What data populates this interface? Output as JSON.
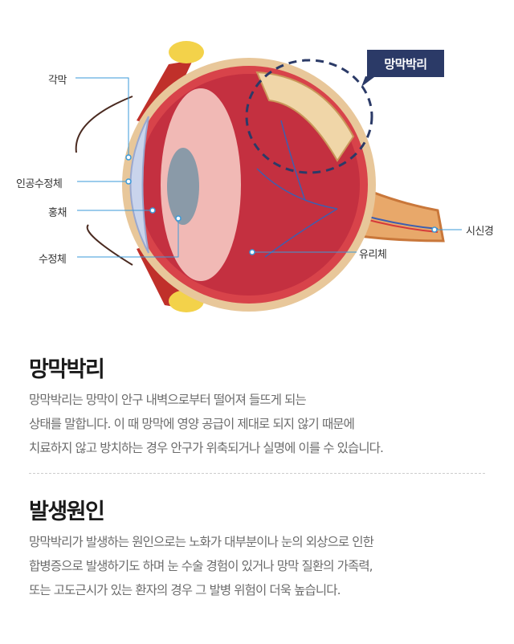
{
  "diagram": {
    "badge": "망막박리",
    "labels": {
      "cornea": "각막",
      "iol": "인공수정체",
      "iris": "홍채",
      "lens": "수정체",
      "vitreous": "유리체",
      "optic_nerve": "시신경"
    },
    "colors": {
      "leader": "#3a9ad9",
      "badge": "#2b3a67",
      "dash": "#2b3a67"
    }
  },
  "sections": [
    {
      "title": "망막박리",
      "lines": [
        "망막박리는 망막이 안구 내벽으로부터 떨어져 들뜨게 되는",
        "상태를 말합니다.  이 때 망막에 영양 공급이 제대로 되지 않기 때문에",
        "치료하지 않고 방치하는 경우 안구가 위축되거나 실명에 이를 수 있습니다."
      ]
    },
    {
      "title": "발생원인",
      "lines": [
        "망막박리가 발생하는 원인으로는 노화가 대부분이나 눈의 외상으로 인한",
        "합병증으로 발생하기도 하며 눈 수술 경험이 있거나 망막 질환의 가족력,",
        "또는 고도근시가 있는 환자의 경우 그 발병 위험이 더욱 높습니다."
      ]
    }
  ]
}
